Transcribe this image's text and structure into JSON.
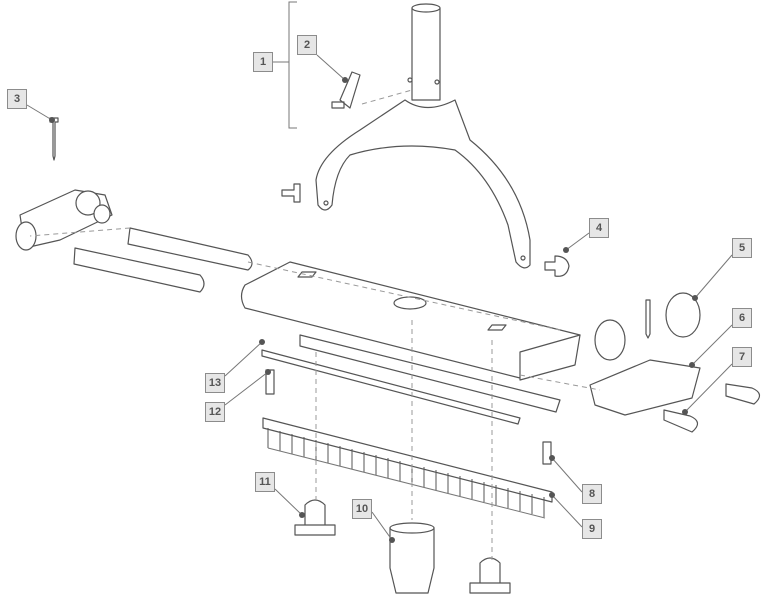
{
  "diagram": {
    "callouts": [
      {
        "id": "1",
        "part": "handle-assembly"
      },
      {
        "id": "2",
        "part": "handle-clip"
      },
      {
        "id": "3",
        "part": "screw"
      },
      {
        "id": "4",
        "part": "handle-pin"
      },
      {
        "id": "5",
        "part": "wheel"
      },
      {
        "id": "6",
        "part": "side-bracket-right"
      },
      {
        "id": "7",
        "part": "axle-pin"
      },
      {
        "id": "8",
        "part": "spring"
      },
      {
        "id": "9",
        "part": "brush-strip"
      },
      {
        "id": "10",
        "part": "vacuum-adapter"
      },
      {
        "id": "11",
        "part": "mount-clip"
      },
      {
        "id": "12",
        "part": "spring"
      },
      {
        "id": "13",
        "part": "small-screw"
      }
    ],
    "colors": {
      "line": "#555555",
      "label_fill": "#e6e6e6",
      "label_border": "#8c8c8c"
    }
  }
}
